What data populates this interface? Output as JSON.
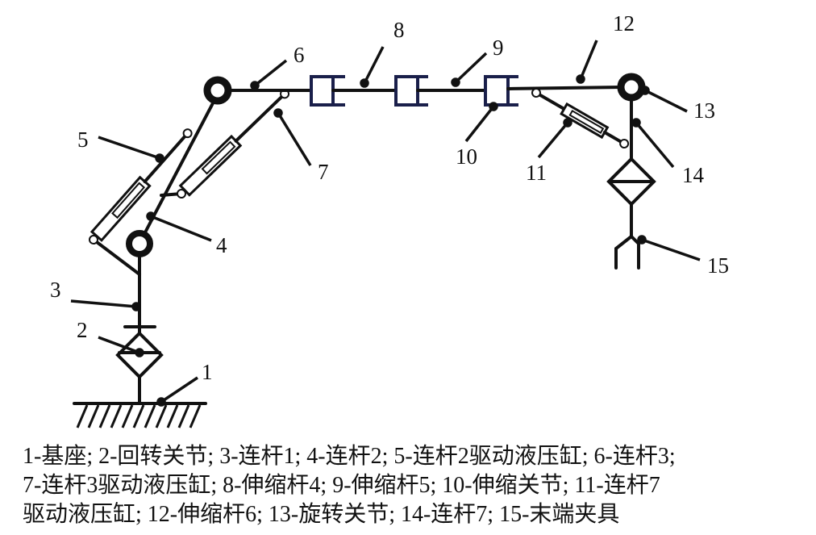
{
  "labels": [
    "1",
    "2",
    "3",
    "4",
    "5",
    "6",
    "7",
    "8",
    "9",
    "10",
    "11",
    "12",
    "13",
    "14",
    "15"
  ],
  "caption": [
    "1-基座; 2-回转关节; 3-连杆1; 4-连杆2; 5-连杆2驱动液压缸; 6-连杆3;",
    "7-连杆3驱动液压缸; 8-伸缩杆4; 9-伸缩杆5; 10-伸缩关节; 11-连杆7",
    "驱动液压缸; 12-伸缩杆6; 13-旋转关节; 14-连杆7; 15-末端夹具"
  ]
}
